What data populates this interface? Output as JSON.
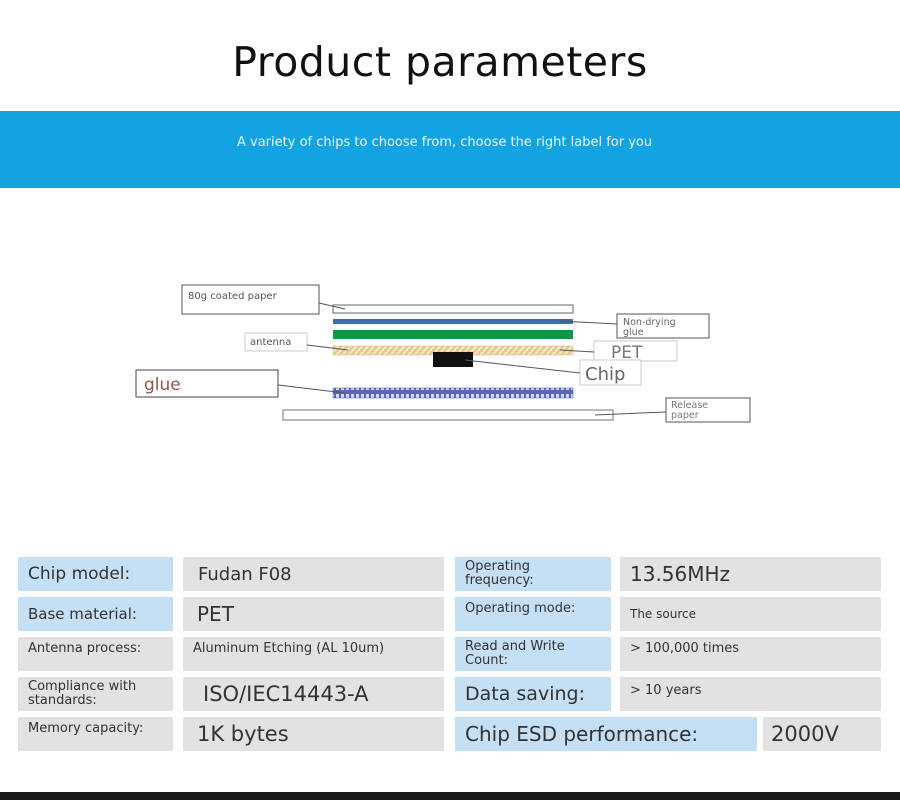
{
  "title": "Product parameters",
  "banner_text": "A variety of chips to choose from, choose the right label for you",
  "diagram": {
    "coated_paper": "80g coated paper",
    "non_drying_glue": "Non-drying glue",
    "antenna": "antenna",
    "pet": "PET",
    "chip": "Chip",
    "glue": "glue",
    "release_paper": "Release paper"
  },
  "params": {
    "chip_model_label": "Chip model:",
    "chip_model_value": "Fudan F08",
    "frequency_label": "Operating frequency:",
    "frequency_value": "13.56MHz",
    "base_material_label": "Base material:",
    "base_material_value": "PET",
    "mode_label": "Operating mode:",
    "mode_value": "The source",
    "antenna_process_label": "Antenna process:",
    "antenna_process_value": "Aluminum Etching (AL 10um)",
    "rw_count_label": "Read and Write Count:",
    "rw_count_value": "> 100,000 times",
    "compliance_label": "Compliance with standards:",
    "compliance_value": "ISO/IEC14443-A",
    "data_saving_label": "Data saving:",
    "data_saving_value": "> 10 years",
    "memory_label": "Memory capacity:",
    "memory_value": "1K bytes",
    "esd_label": "Chip ESD performance:",
    "esd_value": "2000V"
  }
}
